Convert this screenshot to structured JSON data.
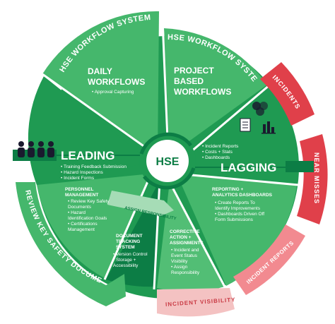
{
  "colors": {
    "green_light": "#45b76c",
    "green_mid": "#1f9a52",
    "green_dark": "#0c7d45",
    "green_pale": "#a6dcb6",
    "red": "#e0404a",
    "pink_light": "#f4c2c2",
    "pink_text": "#c93a44"
  },
  "center": {
    "label": "HSE"
  },
  "daily": {
    "banner": "HSE WORKFLOW SYSTEM",
    "title1": "DAILY",
    "title2": "WORKFLOWS",
    "bullet1": "• Approval Capturing"
  },
  "project": {
    "banner": "HSE WORKFLOW SYSTEM",
    "title1": "PROJECT",
    "title2": "BASED",
    "title3": "WORKFLOWS"
  },
  "leading": {
    "title": "LEADING",
    "items": [
      "• Training Feedback Submission",
      "• Hazard Inspections",
      "• Incident Forms"
    ]
  },
  "lagging": {
    "title": "LAGGING",
    "items": [
      "• Incident Reports",
      "• Costs + Stats",
      "• Dashboards"
    ]
  },
  "personnel": {
    "title1": "PERSONNEL",
    "title2": "MANAGEMENT",
    "lines": [
      "• Review Key Safety",
      "  Documents",
      "• Hazard",
      "  Identification Goals",
      "• Certifications",
      "  Management"
    ]
  },
  "document": {
    "title1": "DOCUMENT",
    "title2": "TRACKING",
    "title3": "SYSTEM",
    "lines": [
      "• Version Control",
      "• Storage +",
      "  Accessibility"
    ]
  },
  "corrective": {
    "title1": "CORRECTIVE",
    "title2": "ACTION +",
    "title3": "ASSIGNMENTS",
    "lines": [
      "• Incident and",
      "  Event Status",
      "  Visibility",
      "• Assign",
      "  Responsibility"
    ]
  },
  "reporting": {
    "title1": "REPORTING +",
    "title2": "ANALYTICS DASHBOARDS",
    "lines": [
      "• Create Reports To",
      "  Identify Improvements",
      "• Dashboards Driven Off",
      "  Form Submissions"
    ]
  },
  "arrows": {
    "assign": "ASSIGN RESPONSIBILITY",
    "review": "REVIEW KEY SAFETY DOCUMENTS"
  },
  "outer_tabs": {
    "incidents": "INCIDENTS",
    "near_misses": "NEAR MISSES",
    "incident_reports": "INCIDENT REPORTS",
    "incident_visibility": "INCIDENT VISIBILITY"
  },
  "icons": [
    "people-icon",
    "venn-icon",
    "document-icon",
    "bar-chart-icon"
  ]
}
